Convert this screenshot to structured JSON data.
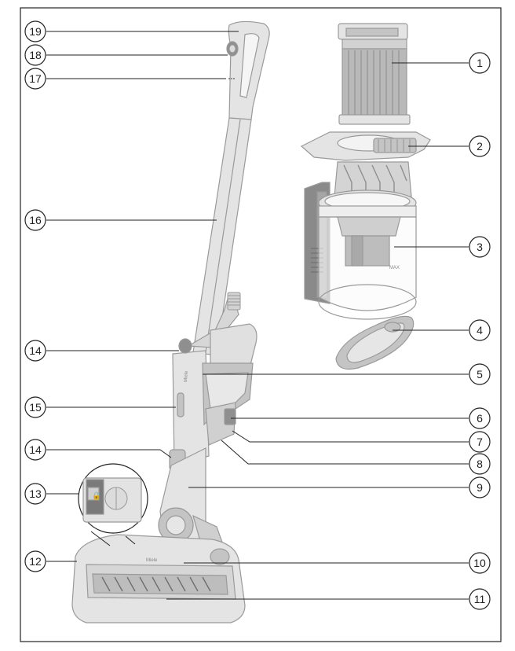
{
  "figure": {
    "brand_text": "Miele",
    "callouts": [
      {
        "id": "1",
        "label": "1"
      },
      {
        "id": "2",
        "label": "2"
      },
      {
        "id": "3",
        "label": "3"
      },
      {
        "id": "4",
        "label": "4"
      },
      {
        "id": "5",
        "label": "5"
      },
      {
        "id": "6",
        "label": "6"
      },
      {
        "id": "7",
        "label": "7"
      },
      {
        "id": "8",
        "label": "8"
      },
      {
        "id": "9",
        "label": "9"
      },
      {
        "id": "10",
        "label": "10"
      },
      {
        "id": "11",
        "label": "11"
      },
      {
        "id": "12",
        "label": "12"
      },
      {
        "id": "13",
        "label": "13"
      },
      {
        "id": "14a",
        "label": "14"
      },
      {
        "id": "14b",
        "label": "14"
      },
      {
        "id": "15",
        "label": "15"
      },
      {
        "id": "16",
        "label": "16"
      },
      {
        "id": "17",
        "label": "17"
      },
      {
        "id": "18",
        "label": "18"
      },
      {
        "id": "19",
        "label": "19"
      }
    ]
  }
}
